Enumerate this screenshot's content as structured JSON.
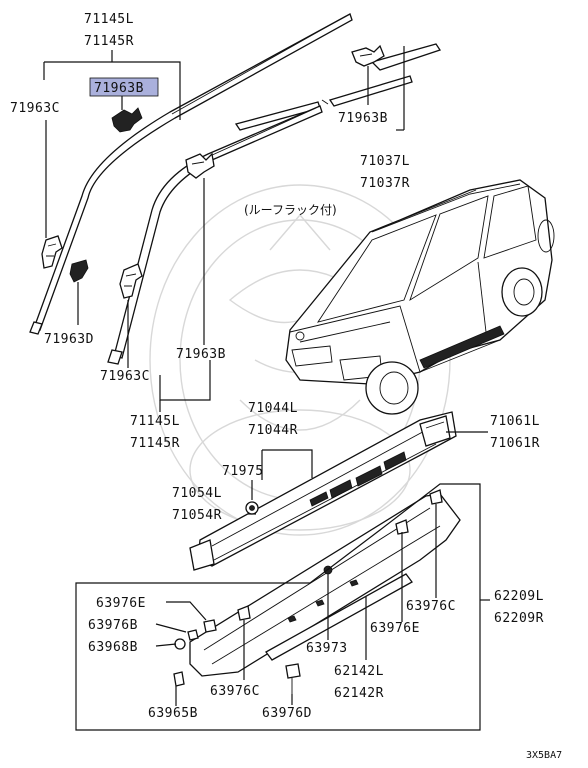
{
  "diagram": {
    "highlight_color": "#aab0dc",
    "line_color": "#111111",
    "note": "(ルーフラック付)",
    "drawing_code": "3X5BA7",
    "callouts": {
      "p71145_top_l": "71145L",
      "p71145_top_r": "71145R",
      "p71963b_hl": "71963B",
      "p71963c_top": "71963C",
      "p71963b_right": "71963B",
      "p71037l": "71037L",
      "p71037r": "71037R",
      "p71963d": "71963D",
      "p71963b_mid": "71963B",
      "p71963c_mid": "71963C",
      "p71145_bot_l": "71145L",
      "p71145_bot_r": "71145R",
      "p71044l": "71044L",
      "p71044r": "71044R",
      "p71061l": "71061L",
      "p71061r": "71061R",
      "p71975": "71975",
      "p71054l": "71054L",
      "p71054r": "71054R",
      "p62209l": "62209L",
      "p62209r": "62209R",
      "p63976e_left": "63976E",
      "p63976b": "63976B",
      "p63968b": "63968B",
      "p63976c_right": "63976C",
      "p63976e_right": "63976E",
      "p63973": "63973",
      "p62142l": "62142L",
      "p62142r": "62142R",
      "p63976c_bottom": "63976C",
      "p63976d": "63976D",
      "p63965b": "63965B"
    }
  }
}
